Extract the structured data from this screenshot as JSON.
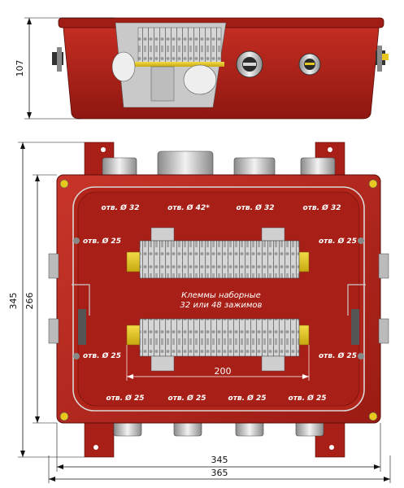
{
  "dimensions": {
    "side_height": "107",
    "total_height": "345",
    "inner_height": "266",
    "inner_width": "345",
    "total_width": "365",
    "rail_length": "200"
  },
  "holes": {
    "top": [
      "отв. Ø 32",
      "отв. Ø 42*",
      "отв. Ø 32",
      "отв. Ø 32"
    ],
    "left": [
      "отв. Ø 25",
      "отв. Ø 25"
    ],
    "right": [
      "отв. Ø 25",
      "отв. Ø 25"
    ],
    "bottom": [
      "отв. Ø 25",
      "отв. Ø 25",
      "отв. Ø 25",
      "отв. Ø 25"
    ]
  },
  "terminals_caption": {
    "line1": "Клеммы наборные",
    "line2": "32 или 48 зажимов"
  },
  "colors": {
    "body": "#b5241b",
    "body_dark": "#7d120c",
    "rail": "#e8c81e",
    "terminal": "#c9c9c9"
  }
}
